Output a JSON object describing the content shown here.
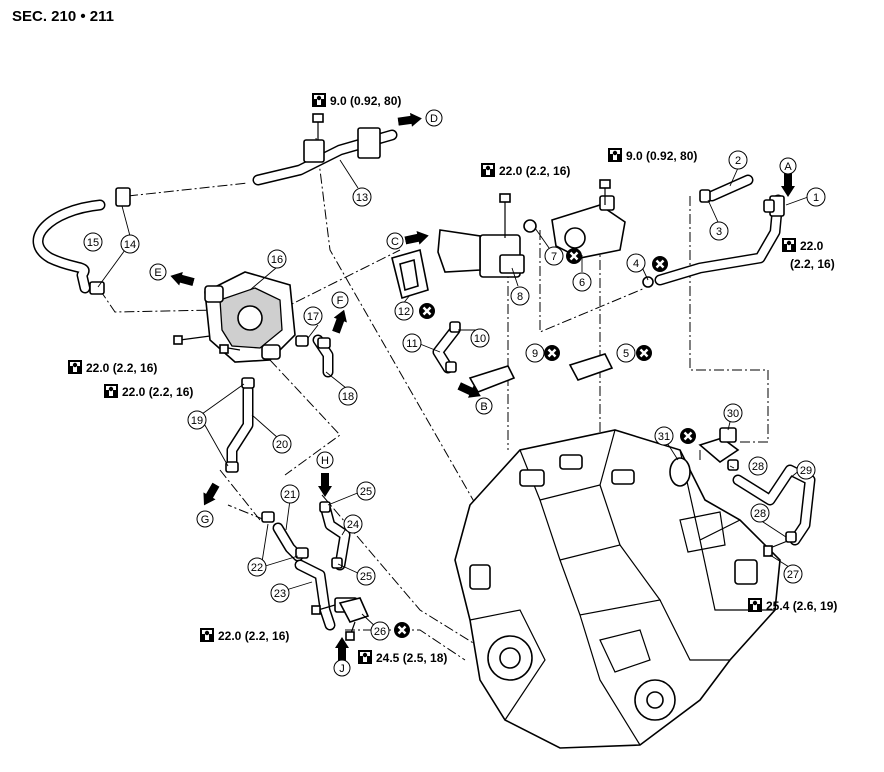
{
  "header": {
    "section": "SEC. 210 • 211"
  },
  "torque_specs": [
    {
      "id": "t1",
      "text": "9.0 (0.92, 80)"
    },
    {
      "id": "t2",
      "text": "22.0 (2.2, 16)"
    },
    {
      "id": "t3",
      "text": "9.0 (0.92, 80)"
    },
    {
      "id": "t4a",
      "text": "22.0"
    },
    {
      "id": "t4b",
      "text": "(2.2, 16)"
    },
    {
      "id": "t5",
      "text": "22.0 (2.2, 16)"
    },
    {
      "id": "t6",
      "text": "22.0 (2.2, 16)"
    },
    {
      "id": "t7",
      "text": "22.0 (2.2, 16)"
    },
    {
      "id": "t8",
      "text": "24.5 (2.5, 18)"
    },
    {
      "id": "t9",
      "text": "25.4 (2.6, 19)"
    }
  ],
  "callouts": [
    "1",
    "2",
    "3",
    "4",
    "5",
    "6",
    "7",
    "8",
    "9",
    "10",
    "11",
    "12",
    "13",
    "14",
    "15",
    "16",
    "17",
    "18",
    "19",
    "20",
    "21",
    "22",
    "23",
    "24",
    "25",
    "26",
    "27",
    "28",
    "29",
    "30",
    "31",
    "3",
    "19",
    "22",
    "25",
    "28"
  ],
  "flow_arrows": [
    "A",
    "B",
    "C",
    "D",
    "E",
    "F",
    "G",
    "H",
    "J"
  ],
  "icons": {
    "torque_icon": "wrench-torque-icon",
    "non_reusable_icon": "x-circle-icon"
  },
  "colors": {
    "ink": "#000000",
    "background": "#ffffff"
  }
}
